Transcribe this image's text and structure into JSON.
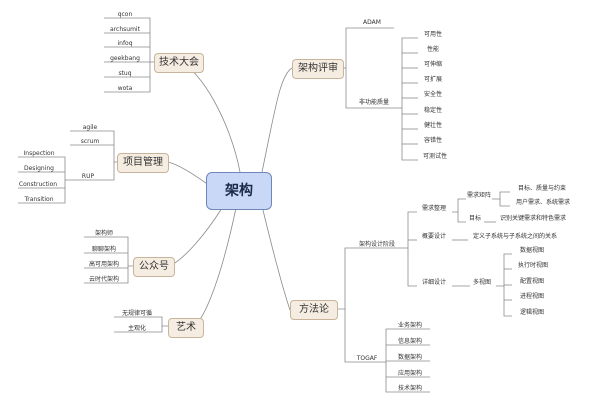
{
  "center": "架构",
  "tech_conf": {
    "label": "技术大会",
    "items": [
      "qcon",
      "archsumit",
      "infoq",
      "geekbang",
      "stuq",
      "wota"
    ]
  },
  "arch_review": {
    "label": "架构评审",
    "adam": "ADAM",
    "nonfunc": "非功能质量",
    "items": [
      "可用性",
      "性能",
      "可伸缩",
      "可扩展",
      "安全性",
      "稳定性",
      "健壮性",
      "容错性",
      "可测试性"
    ]
  },
  "proj_mgmt": {
    "label": "项目管理",
    "items": [
      "agile",
      "scrum"
    ],
    "rup": "RUP",
    "rup_items": [
      "Inspection",
      "Designing",
      "Construction",
      "Transition"
    ]
  },
  "public_acct": {
    "label": "公众号",
    "items": [
      "架构师",
      "聊聊架构",
      "高可用架构",
      "云时代架构"
    ]
  },
  "art": {
    "label": "艺术",
    "items": [
      "无规律可循",
      "主观化"
    ]
  },
  "methodology": {
    "label": "方法论",
    "design_stage": "架构设计阶段",
    "req_org": "需求整理",
    "req_matrix": "需求矩阵",
    "goal": "目标",
    "matrix_items": [
      "目标、质量与约束",
      "用户需求、系统需求"
    ],
    "goal_item": "识别关键需求和特色需求",
    "overview": "概要设计",
    "overview_item": "定义子系统与子系统之间的关系",
    "detail": "详细设计",
    "multiview": "多视图",
    "views": [
      "数据视图",
      "执行时视图",
      "配置视图",
      "进程视图",
      "逻辑视图"
    ],
    "togaf": "TOGAF",
    "togaf_items": [
      "业务架构",
      "信息架构",
      "数据架构",
      "应用架构",
      "技术架构"
    ]
  },
  "colors": {
    "line": "#8a8a8a",
    "center_fill": "#c9d8f6",
    "main_fill": "#f6ede2"
  }
}
